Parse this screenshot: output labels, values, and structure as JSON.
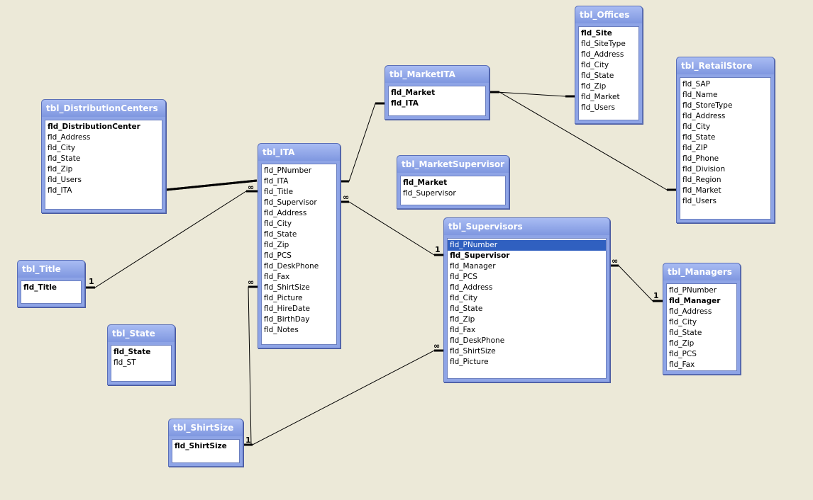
{
  "tables": [
    {
      "id": "dc",
      "title": "tbl_DistributionCenters",
      "fields": [
        {
          "name": "fld_DistributionCenter",
          "pk": true
        },
        {
          "name": "fld_Address"
        },
        {
          "name": "fld_City"
        },
        {
          "name": "fld_State"
        },
        {
          "name": "fld_Zip"
        },
        {
          "name": "fld_Users"
        },
        {
          "name": "fld_ITA"
        }
      ]
    },
    {
      "id": "ita",
      "title": "tbl_ITA",
      "fields": [
        {
          "name": "fld_PNumber"
        },
        {
          "name": "fld_ITA"
        },
        {
          "name": "fld_Title"
        },
        {
          "name": "fld_Supervisor"
        },
        {
          "name": "fld_Address"
        },
        {
          "name": "fld_City"
        },
        {
          "name": "fld_State"
        },
        {
          "name": "fld_Zip"
        },
        {
          "name": "fld_PCS"
        },
        {
          "name": "fld_DeskPhone"
        },
        {
          "name": "fld_Fax"
        },
        {
          "name": "fld_ShirtSize"
        },
        {
          "name": "fld_Picture"
        },
        {
          "name": "fld_HireDate"
        },
        {
          "name": "fld_BirthDay"
        },
        {
          "name": "fld_Notes"
        }
      ]
    },
    {
      "id": "marketita",
      "title": "tbl_MarketITA",
      "fields": [
        {
          "name": "fld_Market",
          "pk": true
        },
        {
          "name": "fld_ITA",
          "pk": true
        }
      ]
    },
    {
      "id": "offices",
      "title": "tbl_Offices",
      "fields": [
        {
          "name": "fld_Site",
          "pk": true
        },
        {
          "name": "fld_SiteType"
        },
        {
          "name": "fld_Address"
        },
        {
          "name": "fld_City"
        },
        {
          "name": "fld_State"
        },
        {
          "name": "fld_Zip"
        },
        {
          "name": "fld_Market"
        },
        {
          "name": "fld_Users"
        }
      ]
    },
    {
      "id": "retail",
      "title": "tbl_RetailStore",
      "fields": [
        {
          "name": "fld_SAP"
        },
        {
          "name": "fld_Name"
        },
        {
          "name": "fld_StoreType"
        },
        {
          "name": "fld_Address"
        },
        {
          "name": "fld_City"
        },
        {
          "name": "fld_State"
        },
        {
          "name": "fld_ZIP"
        },
        {
          "name": "fld_Phone"
        },
        {
          "name": "fld_Division"
        },
        {
          "name": "fld_Region"
        },
        {
          "name": "fld_Market"
        },
        {
          "name": "fld_Users"
        }
      ]
    },
    {
      "id": "marketsup",
      "title": "tbl_MarketSupervisor",
      "fields": [
        {
          "name": "fld_Market",
          "pk": true
        },
        {
          "name": "fld_Supervisor"
        }
      ]
    },
    {
      "id": "sup",
      "title": "tbl_Supervisors",
      "fields": [
        {
          "name": "fld_PNumber",
          "selected": true
        },
        {
          "name": "fld_Supervisor",
          "pk": true
        },
        {
          "name": "fld_Manager"
        },
        {
          "name": "fld_PCS"
        },
        {
          "name": "fld_Address"
        },
        {
          "name": "fld_City"
        },
        {
          "name": "fld_State"
        },
        {
          "name": "fld_Zip"
        },
        {
          "name": "fld_Fax"
        },
        {
          "name": "fld_DeskPhone"
        },
        {
          "name": "fld_ShirtSize"
        },
        {
          "name": "fld_Picture"
        }
      ]
    },
    {
      "id": "managers",
      "title": "tbl_Managers",
      "fields": [
        {
          "name": "fld_PNumber"
        },
        {
          "name": "fld_Manager",
          "pk": true
        },
        {
          "name": "fld_Address"
        },
        {
          "name": "fld_City"
        },
        {
          "name": "fld_State"
        },
        {
          "name": "fld_Zip"
        },
        {
          "name": "fld_PCS"
        },
        {
          "name": "fld_Fax"
        }
      ]
    },
    {
      "id": "title",
      "title": "tbl_Title",
      "fields": [
        {
          "name": "fld_Title",
          "pk": true
        }
      ]
    },
    {
      "id": "state",
      "title": "tbl_State",
      "fields": [
        {
          "name": "fld_State",
          "pk": true
        },
        {
          "name": "fld_ST"
        }
      ]
    },
    {
      "id": "shirt",
      "title": "tbl_ShirtSize",
      "fields": [
        {
          "name": "fld_ShirtSize",
          "pk": true
        }
      ]
    }
  ],
  "relationships": [
    {
      "from": "dc",
      "to": "ita"
    },
    {
      "from": "title",
      "to": "ita",
      "from_label": "1",
      "to_label": "∞"
    },
    {
      "from": "ita",
      "to": "marketita"
    },
    {
      "from": "ita",
      "to": "sup",
      "from_label": "∞",
      "to_label": "1"
    },
    {
      "from": "shirt",
      "to": "ita",
      "from_label": "1",
      "to_label": "∞"
    },
    {
      "from": "shirt",
      "to": "sup",
      "to_label": "∞"
    },
    {
      "from": "marketita",
      "to": "offices"
    },
    {
      "from": "marketita",
      "to": "retail"
    },
    {
      "from": "sup",
      "to": "managers",
      "from_label": "∞",
      "to_label": "1"
    }
  ]
}
